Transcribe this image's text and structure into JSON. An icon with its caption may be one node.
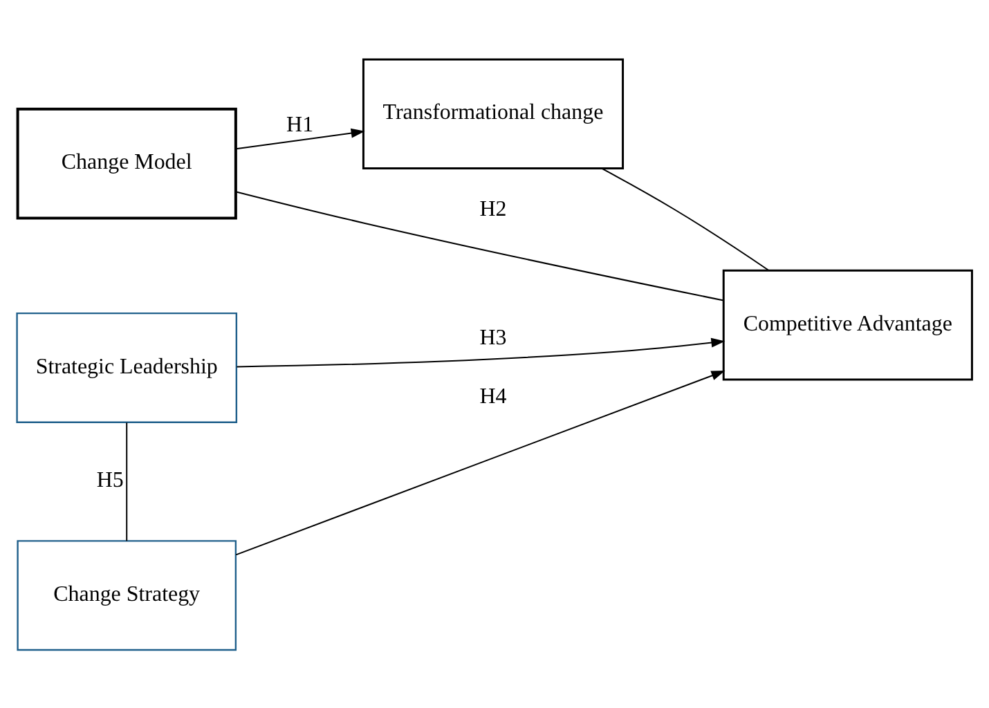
{
  "diagram": {
    "nodes": [
      {
        "text": [
          "Change Model"
        ]
      },
      {
        "text": [
          "Transformational change"
        ]
      },
      {
        "text": [
          "Strategic Leadership"
        ]
      },
      {
        "text": [
          "Competitive Advantage"
        ]
      },
      {
        "text": [
          "Change Strategy"
        ]
      }
    ],
    "edges": [
      {
        "from": 0,
        "to": 1,
        "arrow": "to",
        "label": "H1"
      },
      {
        "from": 0,
        "to": 3,
        "arrow": "none",
        "label": "H2"
      },
      {
        "from": 1,
        "to": 3,
        "arrow": "none"
      },
      {
        "from": 2,
        "to": 3,
        "arrow": "to",
        "label": "H3"
      },
      {
        "from": 4,
        "to": 3,
        "arrow": "to",
        "label": "H4"
      },
      {
        "from": 2,
        "to": 4,
        "arrow": "none",
        "label": "H5"
      }
    ]
  }
}
